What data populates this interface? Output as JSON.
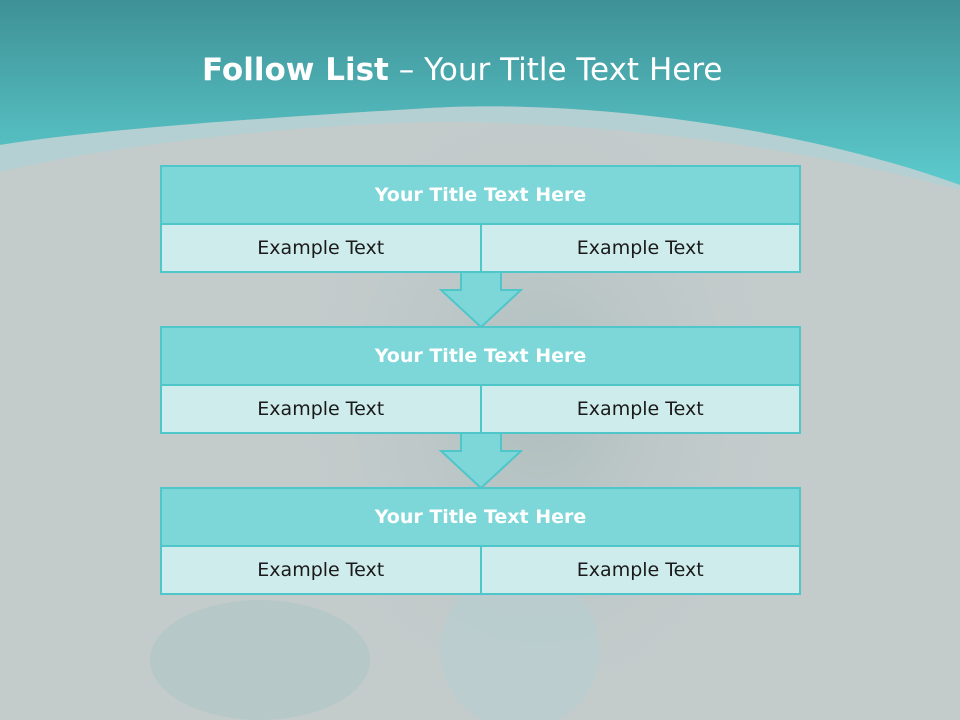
{
  "slide": {
    "title_bold": "Follow List",
    "title_rest": " – Your Title Text Here"
  },
  "steps": [
    {
      "heading": "Your Title Text Here",
      "left": "Example Text",
      "right": "Example Text"
    },
    {
      "heading": "Your Title Text Here",
      "left": "Example Text",
      "right": "Example Text"
    },
    {
      "heading": "Your Title Text Here",
      "left": "Example Text",
      "right": "Example Text"
    }
  ],
  "colors": {
    "teal_dark": "#3e9196",
    "teal_light": "#5bc8ca",
    "block_header": "#7dd6d8",
    "block_cell": "#cfecec",
    "border": "#4fc6ca",
    "background": "#c4cccc"
  }
}
